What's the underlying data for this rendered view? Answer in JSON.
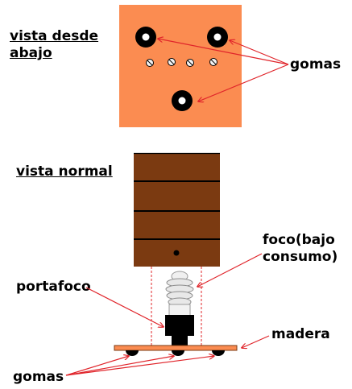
{
  "labels": {
    "bottom_view": [
      "vista desde",
      "abajo"
    ],
    "normal_view": "vista normal",
    "gomas_top": "gomas",
    "foco": [
      "foco(bajo",
      "consumo)"
    ],
    "portafoco": "portafoco",
    "madera": "madera",
    "gomas_bottom": "gomas"
  },
  "colors": {
    "plate": "#fb8c51",
    "wood": "#7b3a11",
    "arrow": "#e0242a",
    "rubber": "#000000",
    "bulb": "#e8e8e8",
    "base": "#fb8c51"
  },
  "icons": {
    "bulb": "spiral-bulb-icon",
    "socket": "lamp-socket-icon",
    "screw": "screw-icon",
    "rubber_foot": "rubber-foot-icon"
  }
}
